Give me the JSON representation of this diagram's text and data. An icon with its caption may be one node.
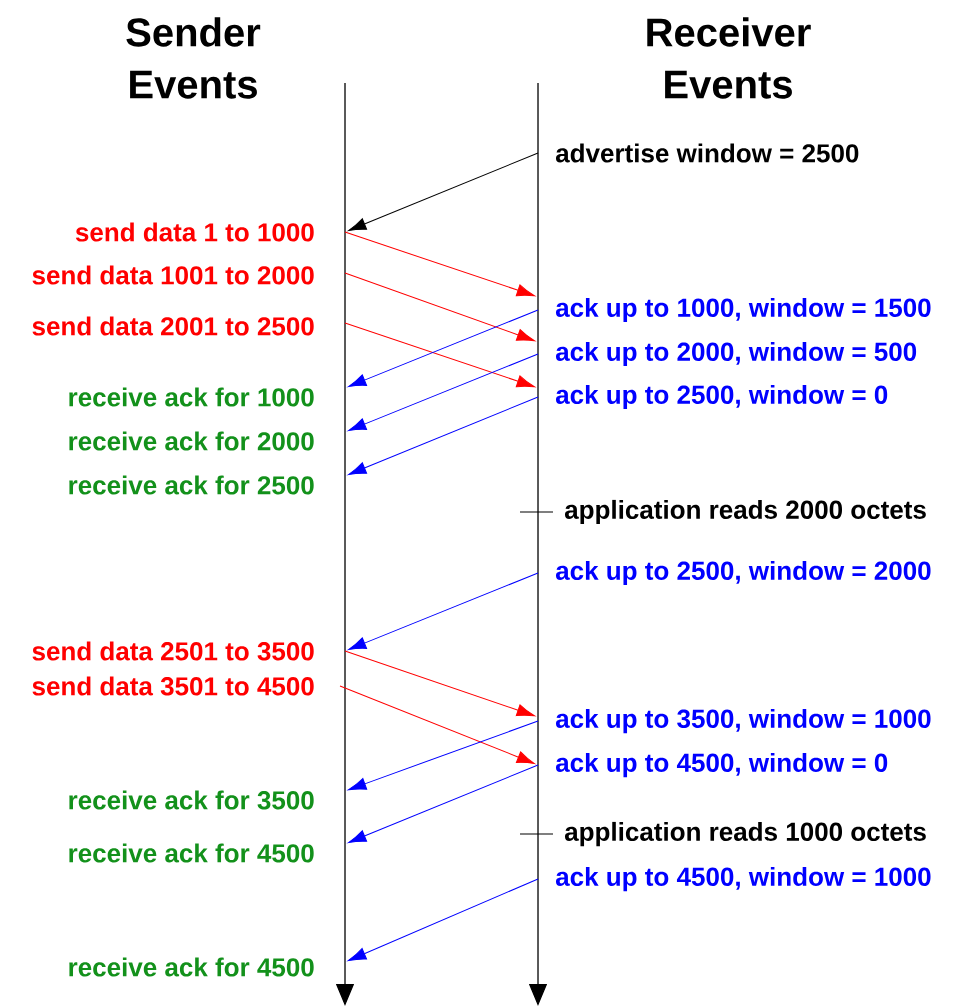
{
  "diagram": {
    "nodes": [
      {
        "text": [
          "advertise window = 2500"
        ]
      },
      {
        "text": [
          "send data 1 to 1000"
        ]
      },
      {
        "text": [
          "send data 1001 to 2000"
        ]
      },
      {
        "text": [
          "ack up to 1000, window = 1500"
        ]
      },
      {
        "text": [
          "send data 2001 to 2500"
        ]
      },
      {
        "text": [
          "ack up to 2000, window = 500"
        ]
      },
      {
        "text": [
          "receive ack for 1000"
        ]
      },
      {
        "text": [
          "ack up to 2500, window = 0"
        ]
      },
      {
        "text": [
          "receive ack for 2000"
        ]
      },
      {
        "text": [
          "receive ack for 2500"
        ]
      },
      {
        "text": [
          "application reads 2000 octets"
        ]
      },
      {
        "text": [
          "ack up to 2500, window = 2000"
        ]
      },
      {
        "text": [
          "send data 2501 to 3500"
        ]
      },
      {
        "text": [
          "send data 3501 to 4500"
        ]
      },
      {
        "text": [
          "ack up to 3500, window = 1000"
        ]
      },
      {
        "text": [
          "ack up to 4500, window = 0"
        ]
      },
      {
        "text": [
          "receive ack for 3500"
        ]
      },
      {
        "text": [
          "application reads 1000 octets"
        ]
      },
      {
        "text": [
          "receive ack for 4500"
        ]
      },
      {
        "text": [
          "ack up to 4500, window = 1000"
        ]
      },
      {
        "text": [
          "receive ack for 4500"
        ]
      }
    ],
    "edges": [
      {
        "from": 0,
        "to": 1,
        "arrow": "to",
        "color": "#000000"
      },
      {
        "from": 1,
        "to": 3,
        "arrow": "to",
        "color": "#ff0000"
      },
      {
        "from": 2,
        "to": 5,
        "arrow": "to",
        "color": "#ff0000"
      },
      {
        "from": 4,
        "to": 7,
        "arrow": "to",
        "color": "#ff0000"
      },
      {
        "from": 3,
        "to": 6,
        "arrow": "to"
      },
      {
        "from": 5,
        "to": 8,
        "arrow": "to"
      },
      {
        "from": 7,
        "to": 9,
        "arrow": "to"
      },
      {
        "from": 11,
        "to": 12,
        "arrow": "to"
      },
      {
        "from": 12,
        "to": 14,
        "arrow": "to",
        "color": "#ff0000"
      },
      {
        "from": 13,
        "to": 15,
        "arrow": "to",
        "color": "#ff0000"
      },
      {
        "from": 14,
        "to": 16,
        "arrow": "to"
      },
      {
        "from": 15,
        "to": 18,
        "arrow": "to"
      },
      {
        "from": 19,
        "to": 20,
        "arrow": "to"
      }
    ],
    "labels": [
      "Sender Events",
      "Receiver Events"
    ]
  }
}
